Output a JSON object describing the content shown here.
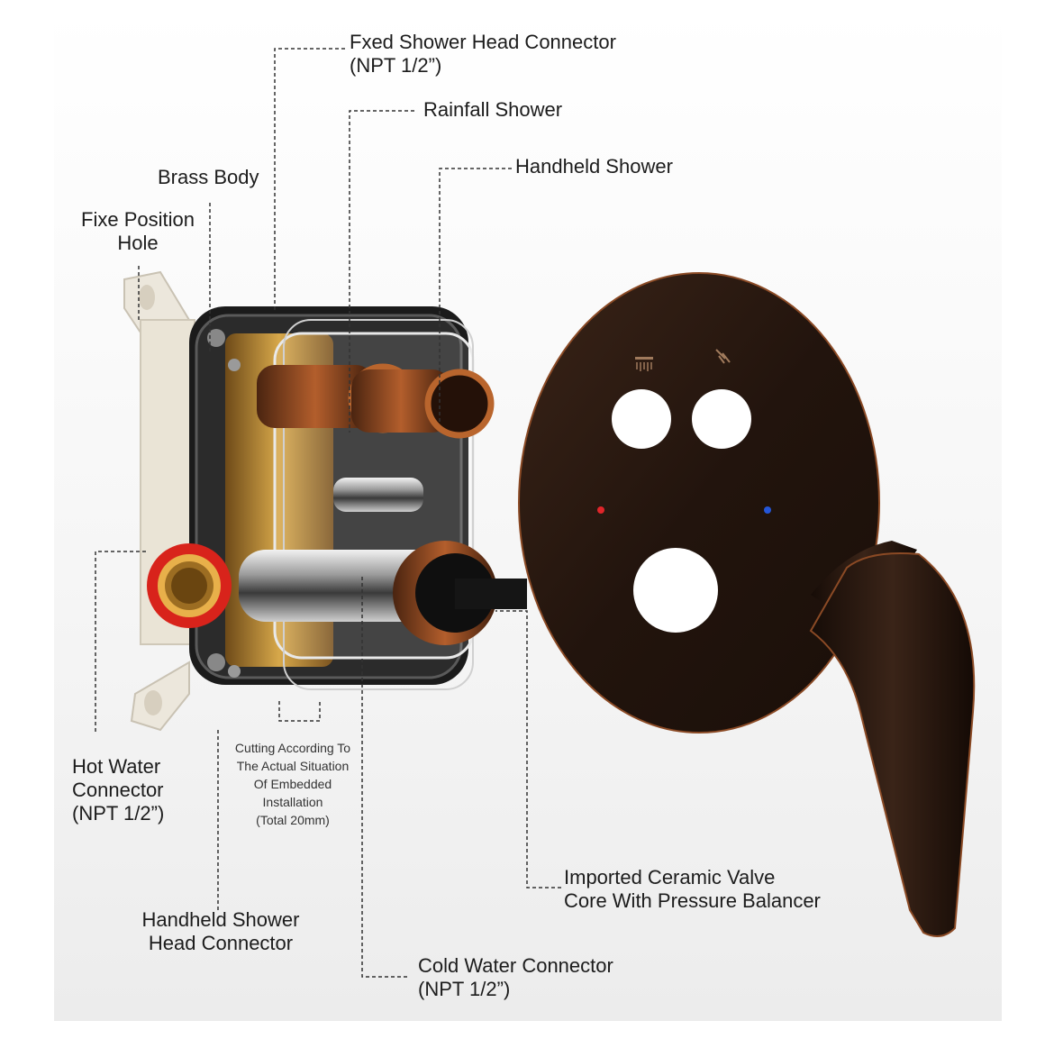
{
  "labels": {
    "fixed_head": "Fxed Shower Head Connector\n(NPT 1/2”)",
    "rainfall": "Rainfall Shower",
    "handheld": "Handheld Shower",
    "brass_body": "Brass Body",
    "fixe_position": "Fixe Position\nHole",
    "hot_water": "Hot Water\nConnector\n(NPT 1/2”)",
    "cutting_note": "Cutting According To\nThe Actual Situation\nOf Embedded\nInstallation\n(Total 20mm)",
    "handheld_connector": "Handheld Shower\nHead Connector",
    "cold_water": "Cold Water Connector\n(NPT 1/2”)",
    "ceramic_valve": "Imported Ceramic Valve\nCore With Pressure Balancer"
  },
  "icons": [
    "rainfall-shower-icon",
    "handheld-shower-icon"
  ],
  "colors": {
    "bronze_plate": "#2a1a12",
    "copper_edge": "#b0582a",
    "brass": "#b8893a",
    "hot_ring": "#d8231b",
    "hot_dot": "#e0252a",
    "cold_dot": "#2456d8"
  }
}
